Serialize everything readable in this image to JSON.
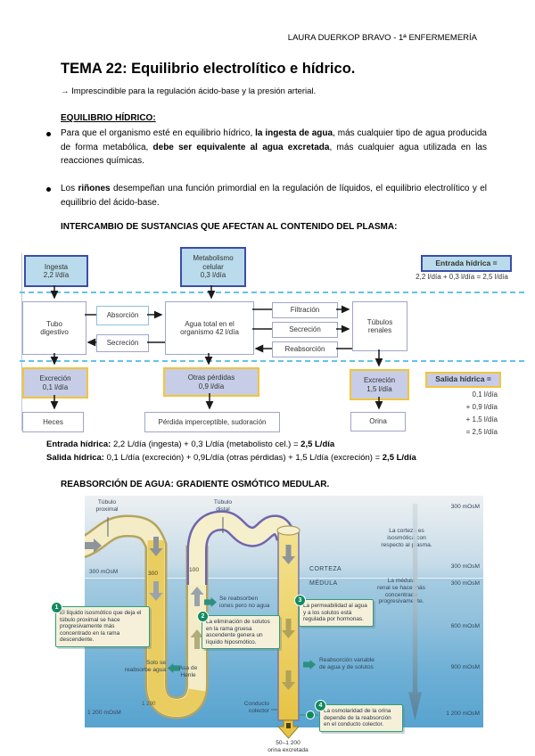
{
  "page": {
    "header": "LAURA DUERKOP BRAVO - 1ª ENFERMEMERÍA",
    "title": "TEMA 22: Equilibrio electrolítico e hídrico.",
    "subtitle": "→ Imprescindible para la regulación ácido-base y la presión arterial."
  },
  "section1": {
    "heading": "EQUILIBRIO HÍDRICO:",
    "bullet1": {
      "t1": "Para que el organismo esté en equilibrio hídrico, ",
      "b1": "la ingesta de agua",
      "t2": ", más cualquier tipo de agua producida de forma metabólica, ",
      "b2": "debe ser equivalente al agua excretada",
      "t3": ", más cualquier agua utilizada en las reacciones químicas."
    },
    "bullet2": {
      "t1": "Los ",
      "b1": "riñones",
      "t2": " desempeñan una función primordial en la regulación de líquidos, el equilibrio electrolítico y el equilibrio del ácido-base."
    },
    "heading2": "INTERCAMBIO DE SUSTANCIAS QUE AFECTAN AL CONTENIDO DEL PLASMA:"
  },
  "diagram1": {
    "ingesta": "Ingesta\n2,2 l/día",
    "metabolismo": "Metabolismo\ncelular\n0,3 l/día",
    "entrada_label": "Entrada hídrica =",
    "entrada_sum": "2,2 l/día + 0,3 l/día = 2,5 l/día",
    "tubo": "Tubo\ndigestivo",
    "absorcion": "Absorción",
    "secrecion1": "Secreción",
    "agua_total": "Agua total en el\norganismo 42 l/día",
    "filtracion": "Filtración",
    "secrecion2": "Secreción",
    "reabsorcion": "Reabsorción",
    "tubulos": "Túbulos\nrenales",
    "excrecion1": "Excreción\n0,1 l/día",
    "otras_perdidas": "Otras pérdidas\n0,9 l/día",
    "excrecion2": "Excreción\n1,5 l/día",
    "salida_label": "Salida hídrica =",
    "salida_lines": "0,1  l/día\n+ 0,9  l/día\n+ 1,5  l/día\n= 2,5  l/día",
    "heces": "Heces",
    "perdida": "Pérdida imperceptible, sudoración",
    "orina": "Orina"
  },
  "summary": {
    "entrada_label": "Entrada hídrica:",
    "entrada_body": " 2,2 L/día (ingesta) + 0,3 L/día (metabolisto cel.) = ",
    "entrada_result": "2,5 L/día",
    "salida_label": "Salida hídrica:",
    "salida_body": "  0,1 L/día (excreción) + 0,9L/día (otras pérdidas) + 1,5 L/día (excreción) = ",
    "salida_result": "2,5 L/día",
    "heading3": "REABSORCIÓN DE AGUA: GRADIENTE OSMÓTICO MEDULAR."
  },
  "diagram2": {
    "tubulo_proximal": "Túbulo\nproximal",
    "tubulo_distal": "Túbulo\ndistal",
    "mosm_left_top": "300 mOsM",
    "mosm_left_bottom": "1 200 mOsM",
    "val_300": "300",
    "val_100": "100",
    "val_1200": "1 200",
    "corteza": "CORTEZA",
    "medula": "MÉDULA",
    "corteza_note": "La corteza es\nisosmótica con\nrespecto al plasma.",
    "medula_note": "La médula\nrenal se hace más\nconcentrada\nprogresivamente.",
    "right_labels": [
      "300 mOsM",
      "300 mOsM",
      "300 mOsM",
      "600 mOsM",
      "900 mOsM",
      "1 200 mOsM"
    ],
    "se_reabsorben": "Se reabsorben\niones pero no agua",
    "solo_agua": "Solo se\nreabsorbe agua",
    "asa_henle": "Asa de\nHenle",
    "reabs_variable": "Reabsorción variable\nde agua y de solutos",
    "conducto": "Conducto\ncolector",
    "callouts": [
      {
        "n": "1",
        "text": "El líquido isosmótico que deja el túbulo proximal se hace progresivamente más concentrado en la rama descendente."
      },
      {
        "n": "2",
        "text": "La eliminación de solutos en la rama gruesa ascendente genera un líquido hiposmótico."
      },
      {
        "n": "3",
        "text": "La permeabilidad al agua y a los solutos está regulada por hormonas."
      },
      {
        "n": "4",
        "text": "La osmolaridad de la orina depende de la reabsorción en el conducto colector."
      }
    ],
    "bottom_label": "50–1 200\norina excretada"
  }
}
